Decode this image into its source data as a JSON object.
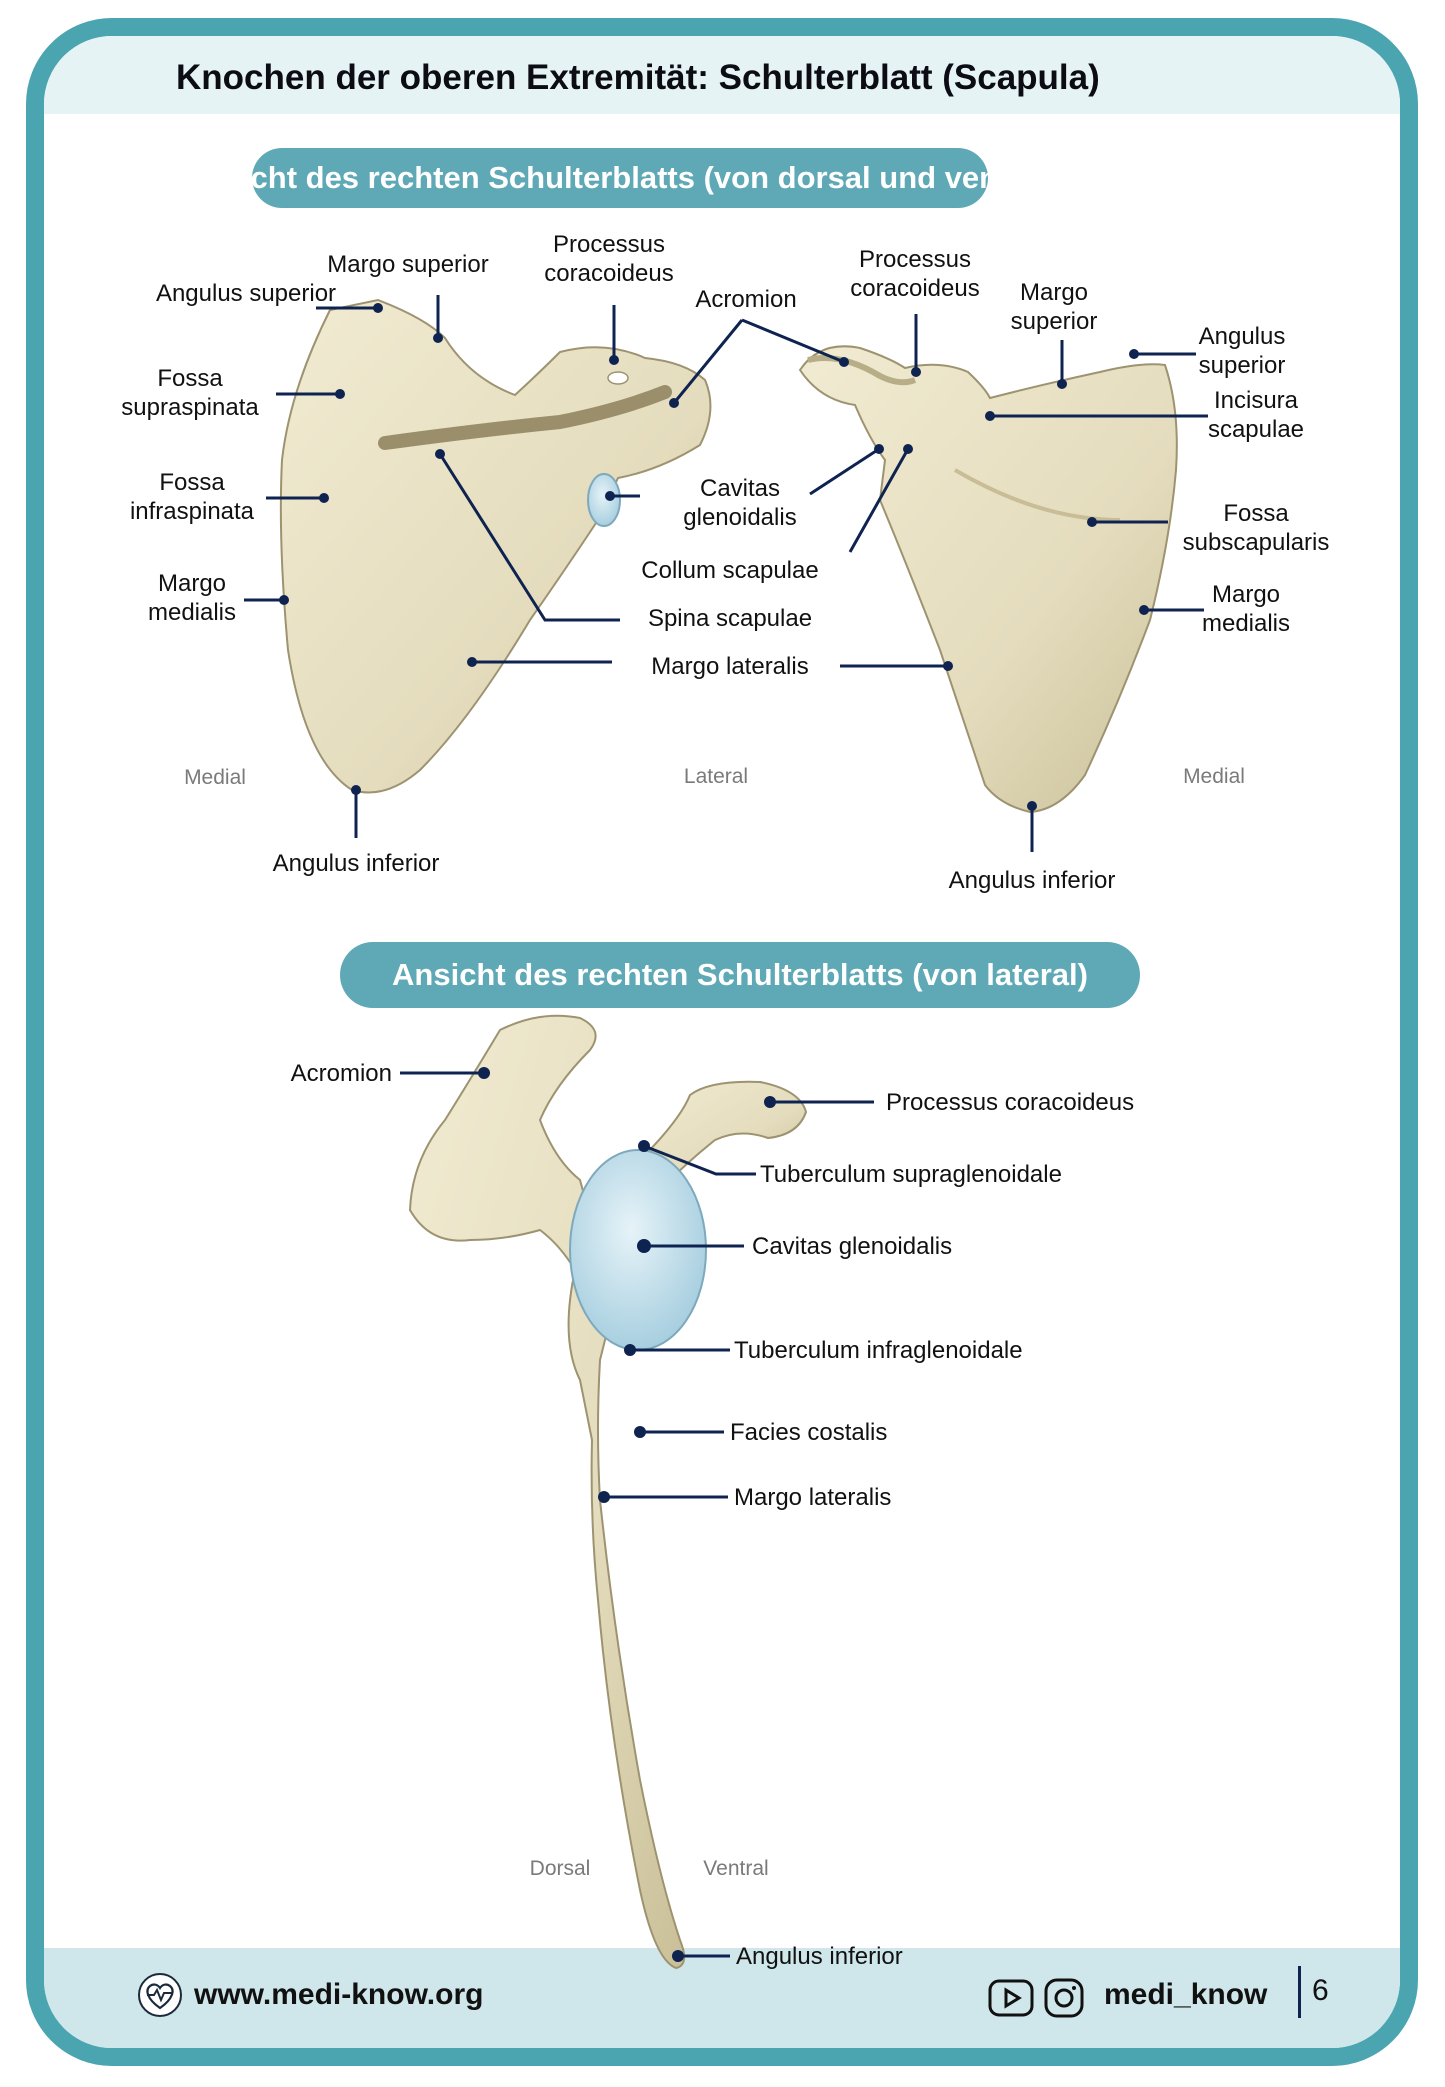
{
  "title": "Knochen der oberen Extremität: Schulterblatt (Scapula)",
  "section1": {
    "heading": "Ansicht des rechten Schulterblatts (von dorsal und ventral)",
    "dorsal_labels": {
      "margo_superior": "Margo superior",
      "angulus_superior": "Angulus superior",
      "fossa_supraspinata_1": "Fossa",
      "fossa_supraspinata_2": "supraspinata",
      "fossa_infraspinata_1": "Fossa",
      "fossa_infraspinata_2": "infraspinata",
      "margo_medialis_1": "Margo",
      "margo_medialis_2": "medialis",
      "angulus_inferior": "Angulus inferior",
      "processus_coracoideus_1": "Processus",
      "processus_coracoideus_2": "coracoideus"
    },
    "center_labels": {
      "acromion": "Acromion",
      "cavitas_1": "Cavitas",
      "cavitas_2": "glenoidalis",
      "collum": "Collum scapulae",
      "spina": "Spina scapulae",
      "margo_lateralis": "Margo lateralis"
    },
    "ventral_labels": {
      "processus_coracoideus_1": "Processus",
      "processus_coracoideus_2": "coracoideus",
      "margo_superior_1": "Margo",
      "margo_superior_2": "superior",
      "angulus_superior_1": "Angulus",
      "angulus_superior_2": "superior",
      "incisura_1": "Incisura",
      "incisura_2": "scapulae",
      "fossa_subscapularis_1": "Fossa",
      "fossa_subscapularis_2": "subscapularis",
      "margo_medialis_1": "Margo",
      "margo_medialis_2": "medialis",
      "angulus_inferior": "Angulus inferior"
    },
    "orientation": {
      "medial_left": "Medial",
      "lateral": "Lateral",
      "medial_right": "Medial"
    }
  },
  "section2": {
    "heading": "Ansicht des rechten Schulterblatts (von lateral)",
    "labels": {
      "acromion": "Acromion",
      "processus_coracoideus": "Processus coracoideus",
      "tuberculum_supraglenoidale": "Tuberculum supraglenoidale",
      "cavitas_glenoidalis": "Cavitas glenoidalis",
      "tuberculum_infraglenoidale": "Tuberculum infraglenoidale",
      "facies_costalis": "Facies costalis",
      "margo_lateralis": "Margo lateralis",
      "angulus_inferior": "Angulus inferior"
    },
    "orientation": {
      "dorsal": "Dorsal",
      "ventral": "Ventral"
    }
  },
  "footer": {
    "website": "www.medi-know.org",
    "handle": "medi_know",
    "page_number": "6",
    "icons": [
      "heart-pulse-logo-icon",
      "youtube-icon",
      "instagram-icon"
    ]
  },
  "colors": {
    "frame": "#4aa5b0",
    "pill": "#5fa9b6",
    "title_band": "#e5f3f5",
    "footer_band": "#cfe6ea",
    "leader_line": "#0f2350",
    "bone": "#e9e2c8",
    "glenoid": "#bfdceb"
  }
}
